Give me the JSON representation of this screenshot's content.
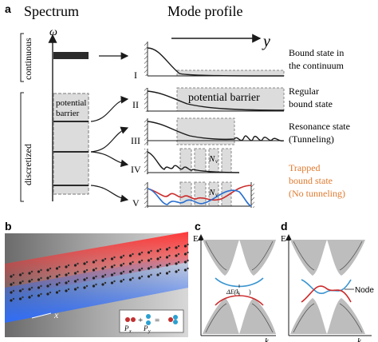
{
  "panel_a": {
    "label": "a",
    "spectrum_title": "Spectrum",
    "mode_title": "Mode profile",
    "omega": "ω",
    "continuous": "continuous",
    "discretized": "discretized",
    "potential_barrier_left": [
      "potential",
      "barrier"
    ],
    "potential_barrier_main": "potential barrier",
    "y_axis": "y",
    "numerals": [
      "I",
      "II",
      "III",
      "IV",
      "V"
    ],
    "n_labels": [
      "N",
      "N"
    ],
    "descriptions": {
      "i": [
        "Bound state in",
        "the continuum"
      ],
      "ii": [
        "Regular",
        "bound state"
      ],
      "iii": [
        "Resonance state",
        "(Tunneling)"
      ],
      "v": [
        "Trapped",
        "bound state",
        "(No tunneling)"
      ]
    }
  },
  "panel_b": {
    "label": "b",
    "axis_x": "x",
    "legend": {
      "px": "P",
      "py": "P",
      "px_sub": "x",
      "py_sub": "y",
      "plus": "+",
      "eq": "="
    }
  },
  "panel_c": {
    "label": "c",
    "axis_e": "E",
    "axis_k": "k",
    "axis_k_sub": "y",
    "gap_label": "ΔE(k",
    "gap_label_tail": ")"
  },
  "panel_d": {
    "label": "d",
    "axis_e": "E",
    "axis_k": "k",
    "axis_k_sub": "y",
    "node_label": "Node"
  },
  "colors": {
    "orange": "#e07a2e",
    "red": "#cc2a2a",
    "blue": "#2a6fd0",
    "barrier": "#dcdcdc",
    "band": "#bdbdbd"
  }
}
